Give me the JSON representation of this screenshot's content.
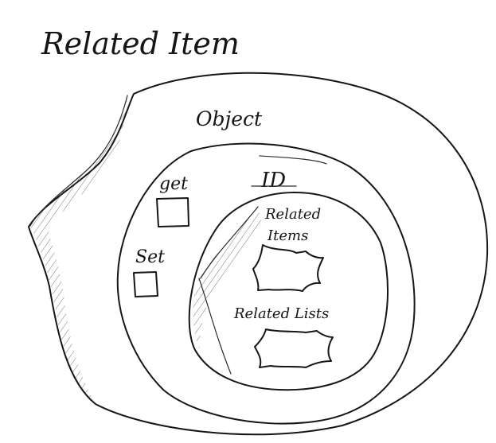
{
  "diagram": {
    "title": "Related Item",
    "outer_label": "Object",
    "middle_labels": {
      "id": "ID",
      "get": "get",
      "set": "Set"
    },
    "inner_labels": {
      "related_items_line1": "Related",
      "related_items_line2": "Items",
      "related_lists": "Related Lists"
    }
  }
}
